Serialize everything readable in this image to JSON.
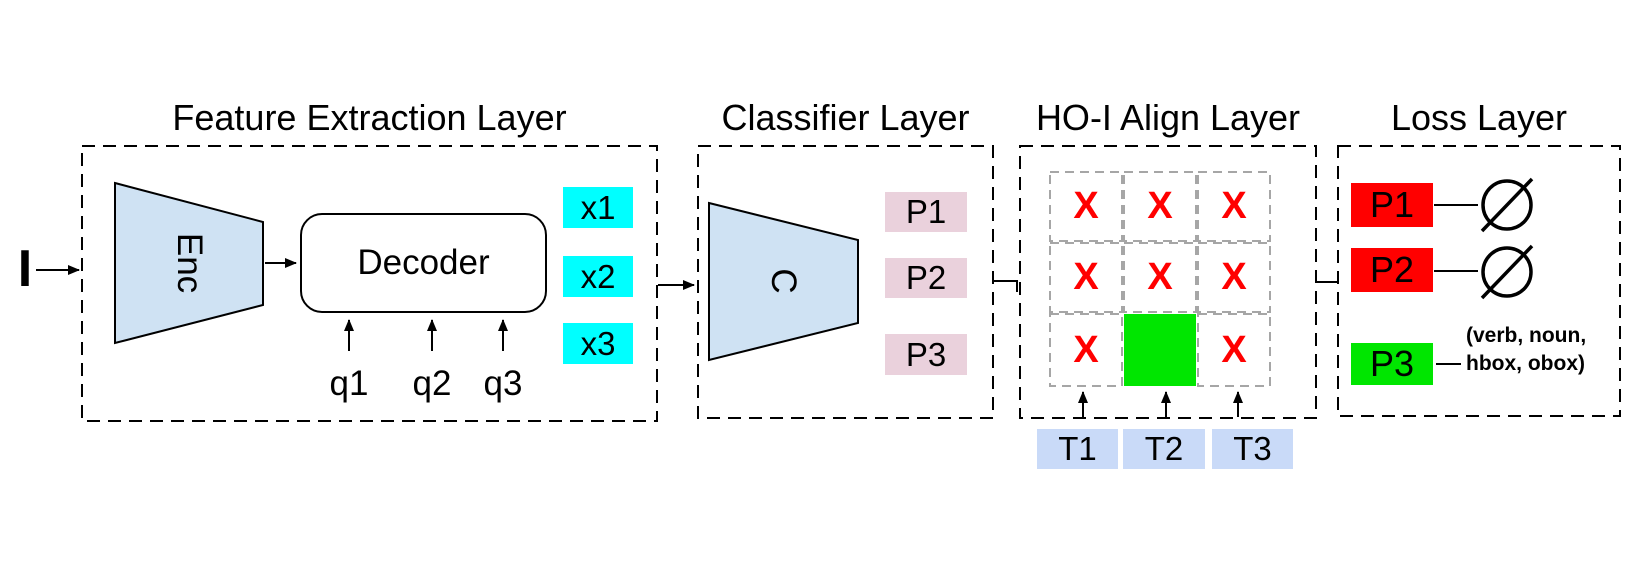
{
  "input": {
    "label": "I"
  },
  "feature_layer": {
    "title": "Feature Extraction Layer",
    "encoder": "Enc",
    "decoder": "Decoder",
    "query_labels": [
      "q1",
      "q2",
      "q3"
    ],
    "output_tokens": [
      "x1",
      "x2",
      "x3"
    ]
  },
  "classifier_layer": {
    "title": "Classifier Layer",
    "classifier": "C",
    "predictions": [
      "P1",
      "P2",
      "P3"
    ]
  },
  "align_layer": {
    "title": "HO-I Align Layer",
    "mismatch_mark": "X",
    "grid": [
      [
        "X",
        "X",
        "X"
      ],
      [
        "X",
        "X",
        "X"
      ],
      [
        "X",
        "match",
        "X"
      ]
    ],
    "matched_cell": {
      "row": 3,
      "col": 2
    },
    "target_labels": [
      "T1",
      "T2",
      "T3"
    ]
  },
  "loss_layer": {
    "title": "Loss Layer",
    "predictions": [
      "P1",
      "P2",
      "P3"
    ],
    "no_match_symbol": "∅",
    "no_match_icon": "empty-set-icon",
    "p3_annotation": [
      "(verb, noun,",
      "hbox, obox)"
    ]
  },
  "colors": {
    "token_cyan": "#00ffff",
    "prediction_pink": "#ead1dc",
    "block_blue": "#cfe2f3",
    "target_blue": "#c9daf8",
    "negative_red": "#ff0000",
    "positive_green": "#00e600",
    "grid_line_gray": "#a6a6a6"
  }
}
